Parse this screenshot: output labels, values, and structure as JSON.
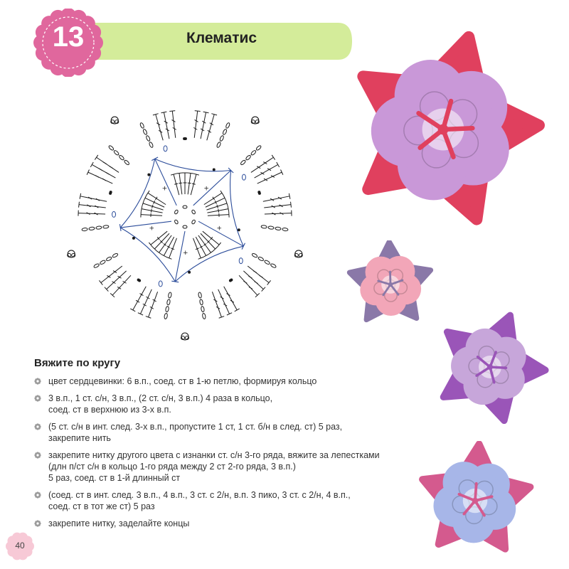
{
  "header": {
    "number": "13",
    "title": "Клематис",
    "badge_color": "#e0679d",
    "band_color": "#d4ec9a"
  },
  "section_title": "Вяжите по кругу",
  "steps": [
    {
      "lines": [
        "цвет сердцевинки: 6 в.п., соед. ст в 1-ю петлю, формируя кольцо"
      ]
    },
    {
      "lines": [
        "3 в.п., 1 ст. с/н, 3 в.п., (2 ст. с/н, 3 в.п.) 4 раза в кольцо,",
        "соед. ст в верхнюю из 3-х в.п."
      ]
    },
    {
      "lines": [
        "(5 ст. с/н в инт. след. 3-х в.п., пропустите 1 ст, 1 ст. б/н в след. ст) 5 раз,",
        "закрепите нить"
      ]
    },
    {
      "lines": [
        "закрепите нитку другого цвета с изнанки ст. с/н 3-го ряда, вяжите за лепестками",
        "(длн п/ст с/н в кольцо 1-го ряда между 2 ст 2-го ряда, 3 в.п.)",
        "5 раз, соед. ст в 1-й длинный ст"
      ]
    },
    {
      "lines": [
        "(соед. ст в инт. след. 3 в.п., 4 в.п., 3 ст. с 2/н, в.п. 3 пико, 3 ст. с 2/н, 4 в.п.,",
        "соед. ст в тот же ст) 5 раз"
      ]
    },
    {
      "lines": [
        "закрепите нитку, заделайте концы"
      ]
    }
  ],
  "page_number": "40",
  "colors": {
    "diagram_black": "#1a1a1a",
    "diagram_blue": "#2b4c9a",
    "flower_red": "#e0405e",
    "flower_lilac": "#c998d8",
    "flower_pink": "#f2a6b8",
    "flower_grey_violet": "#8a78a8",
    "flower_purple": "#9a55b8",
    "flower_light_violet": "#c7a6da",
    "flower_magenta": "#d45a8e",
    "flower_light_blue": "#a7b6e8"
  }
}
